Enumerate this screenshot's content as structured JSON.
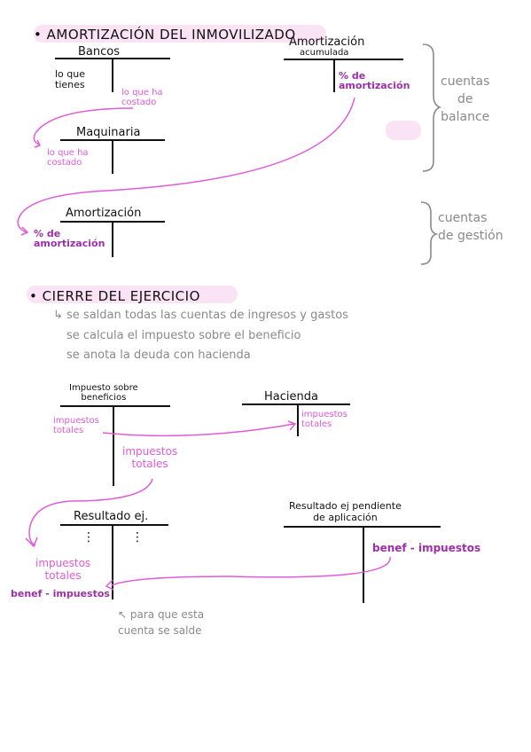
{
  "section1": {
    "title": "• AMORTIZACIÓN DEL INMOVILIZADO",
    "bancos": {
      "name": "Bancos",
      "left": "lo que\ntienes",
      "note": "lo que ha\ncostado"
    },
    "amort_acum": {
      "name": "Amortización",
      "sub": "acumulada",
      "right": "% de\namortización"
    },
    "maquinaria": {
      "name": "Maquinaria",
      "left": "lo que ha\ncostado"
    },
    "amortizacion": {
      "name": "Amortización",
      "left": "% de\namortización"
    },
    "brace1": "cuentas\nde\nbalance",
    "brace2": "cuentas\nde gestión"
  },
  "section2": {
    "title": "• CIERRE DEL EJERCICIO",
    "lines": [
      "↳ se saldan todas las cuentas de ingresos y gastos",
      "se calcula el impuesto sobre el beneficio",
      "se anota la deuda con hacienda"
    ],
    "impuesto": {
      "name": "Impuesto sobre\nbeneficios",
      "left": "impuestos\ntotales",
      "right": "impuestos\ntotales"
    },
    "hacienda": {
      "name": "Hacienda",
      "right": "impuestos\ntotales"
    },
    "resultado": {
      "name": "Resultado ej.",
      "dots_left": "⋮",
      "dots_right": "⋮",
      "left1": "impuestos\ntotales",
      "left2": "benef - impuestos"
    },
    "pendiente": {
      "name": "Resultado ej pendiente\nde aplicación",
      "right": "benef - impuestos"
    },
    "note": "↖ para que esta\ncuenta se salde"
  },
  "colors": {
    "pink": "#e05bd6",
    "purple": "#9b2fa8",
    "gray": "#8a8a8a",
    "highlight": "#fbe3f6"
  }
}
